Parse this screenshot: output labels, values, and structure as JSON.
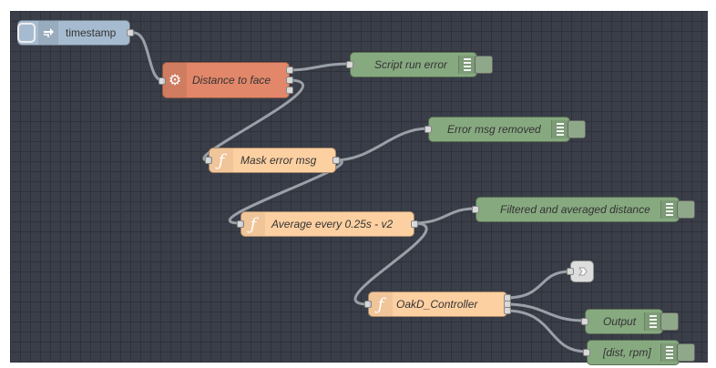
{
  "nodes": {
    "timestamp": "timestamp",
    "distance": "Distance to face",
    "script_err": "Script run error",
    "mask": "Mask error msg",
    "err_removed": "Error msg removed",
    "average": "Average every 0.25s - v2",
    "filtered": "Filtered and averaged distance",
    "oakd": "OakD_Controller",
    "output": "Output",
    "dist_rpm": "[dist, rpm]"
  },
  "colors": {
    "inject": "#a6bbcf",
    "exec": "#e2876a",
    "function": "#fdd0a2",
    "debug": "#87a980",
    "link": "#dddddd",
    "workspace": "#3a3e48"
  },
  "icons": [
    "arrow-right-icon",
    "gear-icon",
    "function-icon",
    "list-icon",
    "link-out-icon"
  ]
}
